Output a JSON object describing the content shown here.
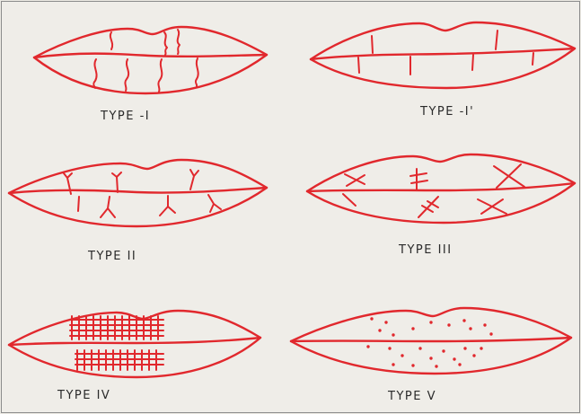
{
  "diagram": {
    "stroke_color": "#e1282d",
    "background_color": "#efede8",
    "types": [
      {
        "label": "TYPE -I"
      },
      {
        "label": "TYPE -I'"
      },
      {
        "label": "TYPE II"
      },
      {
        "label": "TYPE III"
      },
      {
        "label": "TYPE IV"
      },
      {
        "label": "TYPE V"
      }
    ]
  }
}
